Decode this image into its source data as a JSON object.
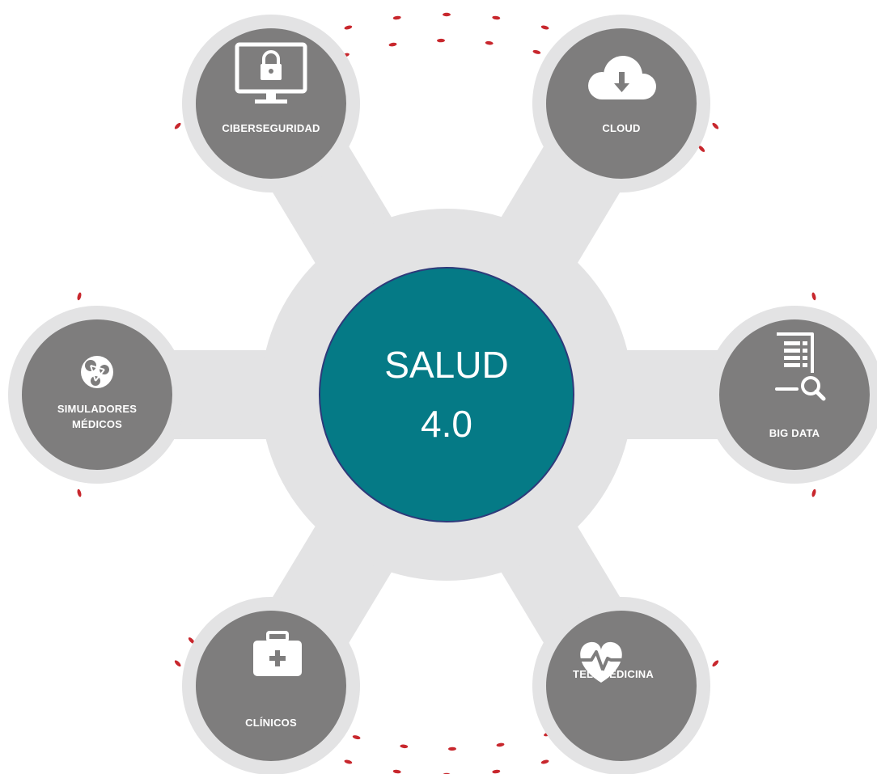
{
  "center": {
    "title_line1": "SALUD",
    "title_line2": "4.0",
    "fill_color": "#057a86",
    "border_color": "#2e3a7a"
  },
  "colors": {
    "hub": "#e3e3e4",
    "node": "#7e7d7d",
    "node_ring": "#e3e3e4",
    "dots": "#c8272d"
  },
  "nodes": [
    {
      "id": "ciberseguridad",
      "icon": "lock-monitor-icon",
      "lines": [
        "CIBERSEGURIDAD"
      ]
    },
    {
      "id": "cloud",
      "icon": "cloud-download-icon",
      "lines": [
        "CLOUD"
      ]
    },
    {
      "id": "big-data",
      "icon": "document-search-icon",
      "lines": [
        "BIG DATA"
      ]
    },
    {
      "id": "telemedicina",
      "icon": "heart-pulse-icon",
      "lines": [
        "TELEMEDICINA"
      ]
    },
    {
      "id": "clinicos",
      "icon": "medical-kit-icon",
      "lines": [
        "CLÍNICOS"
      ]
    },
    {
      "id": "simuladores-medicos",
      "icon": "globe-network-icon",
      "lines": [
        "SIMULADORES",
        "MÉDICOS"
      ]
    }
  ]
}
